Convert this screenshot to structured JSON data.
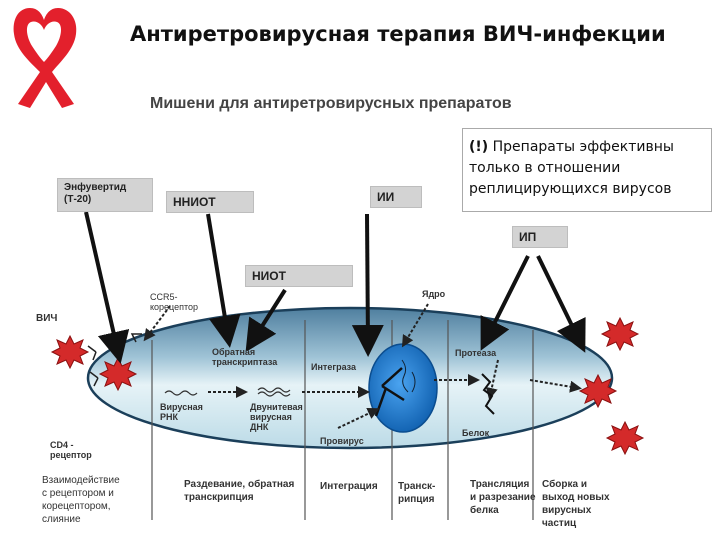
{
  "slide": {
    "title": "Антиретровирусная терапия ВИЧ-инфекции",
    "subtitle": "Мишени для антиретровирусных препаратов",
    "note_mark": "(!)",
    "note_text": "Препараты эффективны только в отношении реплицирующихся вирусов"
  },
  "drug_targets": {
    "enfuvirtide": [
      "Энфувертид",
      "(Т-20)"
    ],
    "nnrti": "ННИОТ",
    "nrti": "НИОТ",
    "ii": "ИИ",
    "ip": "ИП"
  },
  "cell_labels": {
    "hiv": "ВИЧ",
    "ccr5": [
      "CCR5-",
      "корецептор"
    ],
    "cd4": [
      "CD4 -",
      "рецептор"
    ],
    "nucleus": "Ядро",
    "reverse_transcriptase": [
      "Обратная",
      "транскриптаза"
    ],
    "integrase": "Интеграза",
    "protease": "Протеаза",
    "viral_rna": [
      "Вирусная",
      "РНК"
    ],
    "dsdna": [
      "Двунитевая",
      "вирусная",
      "ДНК"
    ],
    "provirus": "Провирус",
    "protein": "Белок"
  },
  "stages": [
    [
      "Взаимодействие",
      "с рецептором и",
      "корецептором,",
      "слияние"
    ],
    [
      "Раздевание, обратная",
      "транскрипция"
    ],
    [
      "Интеграция"
    ],
    [
      "Транск-",
      "рипция"
    ],
    [
      "Трансляция",
      "и разрезание",
      "белка"
    ],
    [
      "Сборка и",
      "выход новых",
      "вирусных",
      "частиц"
    ]
  ],
  "colors": {
    "ribbon": "#e3202c",
    "virus": "#d42a2a",
    "nucleus": "#1e7fd6",
    "cell_top": "#5f8fb0",
    "cell_bottom": "#d8ecf3",
    "arrow": "#111111",
    "tag_bg": "#d3d3d3"
  }
}
